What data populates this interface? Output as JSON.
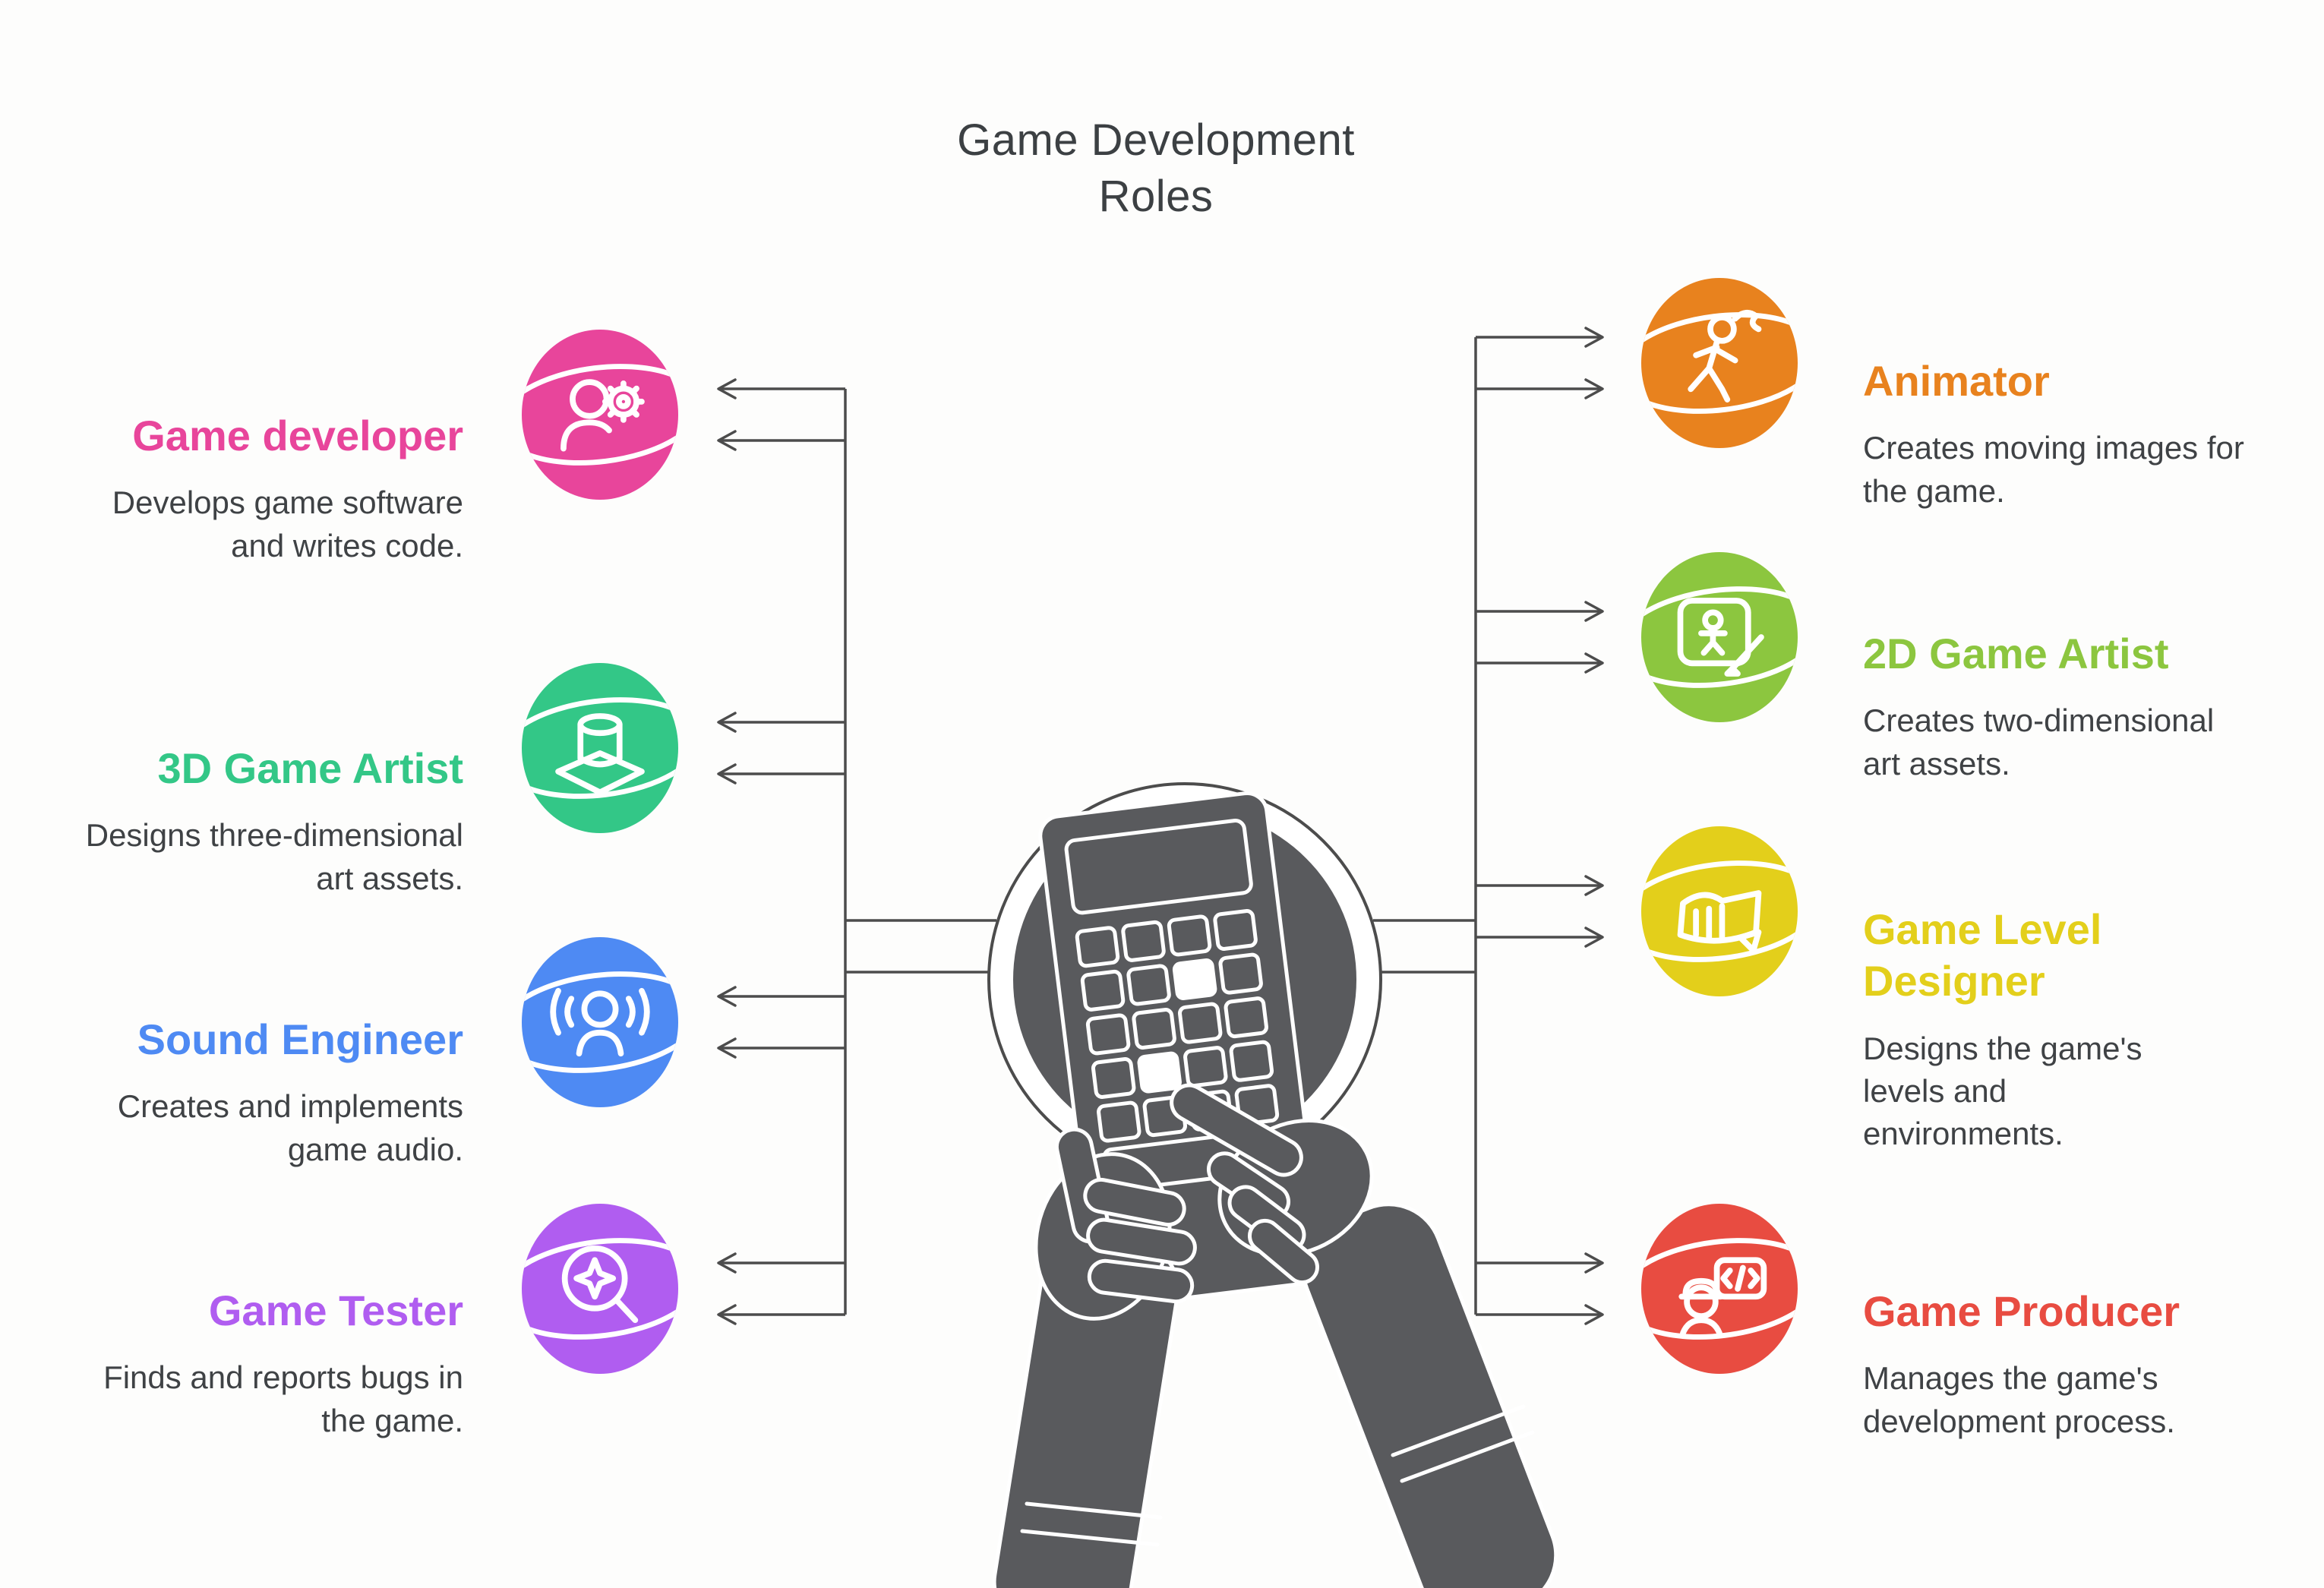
{
  "title": "Game Development Roles",
  "left_roles": [
    {
      "name": "Game developer",
      "description": "Develops game software and writes code.",
      "color": "#e8459b",
      "icon": "game-developer-icon"
    },
    {
      "name": "3D Game Artist",
      "description": "Designs three-dimensional art assets.",
      "color": "#33c787",
      "icon": "3d-game-artist-icon"
    },
    {
      "name": "Sound Engineer",
      "description": "Creates and implements game audio.",
      "color": "#4e8af3",
      "icon": "sound-engineer-icon"
    },
    {
      "name": "Game Tester",
      "description": "Finds and reports bugs in the game.",
      "color": "#b05df0",
      "icon": "game-tester-icon"
    }
  ],
  "right_roles": [
    {
      "name": "Animator",
      "description": "Creates moving images for the game.",
      "color": "#e8821e",
      "icon": "animator-icon"
    },
    {
      "name": "2D Game Artist",
      "description": "Creates two-dimensional art assets.",
      "color": "#8cc63f",
      "icon": "2d-game-artist-icon"
    },
    {
      "name": "Game Level Designer",
      "description": "Designs the game's levels and environments.",
      "color": "#e3cf1b",
      "icon": "game-level-designer-icon"
    },
    {
      "name": "Game Producer",
      "description": "Manages the game's development process.",
      "color": "#e84c41",
      "icon": "game-producer-icon"
    }
  ],
  "colors": {
    "line": "#4c4c4c",
    "body_text": "#3f4245",
    "title_text": "#3c4043",
    "illustration": "#595a5d",
    "background": "#fdfdfc"
  }
}
